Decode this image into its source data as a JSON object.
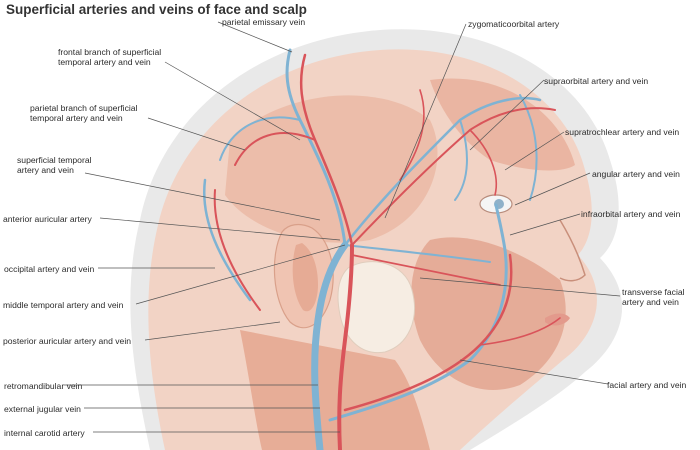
{
  "diagram": {
    "title": "Superficial arteries and veins of face and scalp",
    "colors": {
      "artery": "#d9545a",
      "vein": "#7fb3d3",
      "skin": "#f1cfc1",
      "muscle": "#e3a58f",
      "gland": "#f6ede3",
      "halo": "#e9e9e9"
    },
    "labels": {
      "parietal_emissary_vein": "parietal emissary vein",
      "frontal_branch_l1": "frontal branch of superficial",
      "frontal_branch_l2": "temporal artery and vein",
      "parietal_branch_l1": "parietal branch of superficial",
      "parietal_branch_l2": "temporal artery and vein",
      "superficial_temporal_l1": "superficial temporal",
      "superficial_temporal_l2": "artery and vein",
      "anterior_auricular_artery": "anterior auricular artery",
      "occipital_artery_and_vein": "occipital artery and vein",
      "middle_temporal_artery_and_vein": "middle temporal artery and vein",
      "posterior_auricular_artery_and_vein": "posterior auricular artery and vein",
      "retromandibular_vein": "retromandibular vein",
      "external_jugular_vein": "external jugular vein",
      "internal_carotid_artery": "internal carotid artery",
      "zygomaticoorbital_artery": "zygomaticoorbital artery",
      "supraorbital_artery_and_vein": "supraorbital artery and vein",
      "supratrochlear_artery_and_vein": "supratrochlear artery and vein",
      "angular_artery_and_vein": "angular artery and vein",
      "infraorbital_artery_and_vein": "infraorbital artery and vein",
      "transverse_facial_l1": "transverse facial",
      "transverse_facial_l2": "artery and vein",
      "facial_artery_and_vein": "facial artery and vein"
    }
  }
}
